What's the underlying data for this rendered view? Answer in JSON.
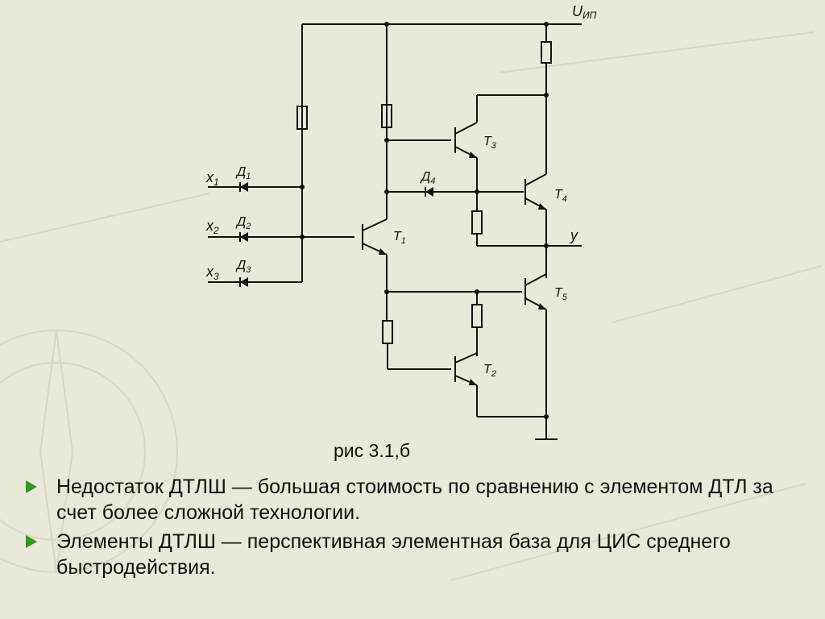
{
  "circuit": {
    "supply_label": "U",
    "supply_sub": "ИП",
    "output_label": "y",
    "inputs": [
      {
        "name": "x",
        "sub": "1",
        "diode": "Д",
        "diode_sub": "1"
      },
      {
        "name": "x",
        "sub": "2",
        "diode": "Д",
        "diode_sub": "2"
      },
      {
        "name": "x",
        "sub": "3",
        "diode": "Д",
        "diode_sub": "3"
      }
    ],
    "diode4": {
      "name": "Д",
      "sub": "4"
    },
    "transistors": [
      {
        "name": "T",
        "sub": "1"
      },
      {
        "name": "T",
        "sub": "2"
      },
      {
        "name": "T",
        "sub": "3"
      },
      {
        "name": "T",
        "sub": "4"
      },
      {
        "name": "T",
        "sub": "5"
      }
    ]
  },
  "caption": "рис 3.1,б",
  "bullets": [
    "Недостаток ДТЛШ — большая стоимость по сравнению с элементом ДТЛ за счет более сложной технологии.",
    "Элементы ДТЛШ — перспективная элементная база для ЦИС среднего быстродействия."
  ],
  "colors": {
    "background": "#e9e8d9",
    "bullet_marker": "#2e9a1e",
    "line": "#111111"
  }
}
